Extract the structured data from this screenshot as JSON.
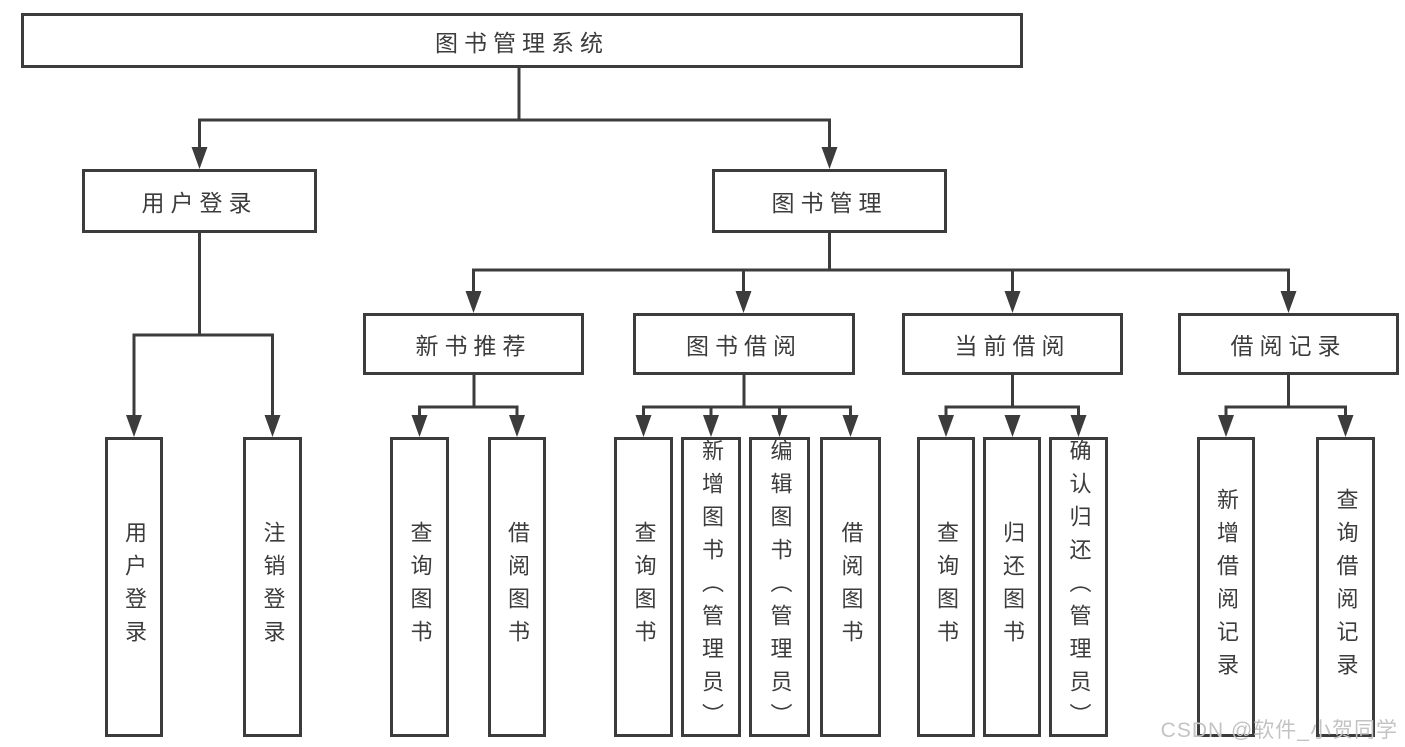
{
  "diagram_type": "functional-structure-tree",
  "tree": {
    "label": "图书管理系统",
    "children": [
      {
        "label": "用户登录",
        "children": [
          {
            "label": "用户登录"
          },
          {
            "label": "注销登录"
          }
        ]
      },
      {
        "label": "图书管理",
        "children": [
          {
            "label": "新书推荐",
            "children": [
              {
                "label": "查询图书"
              },
              {
                "label": "借阅图书"
              }
            ]
          },
          {
            "label": "图书借阅",
            "children": [
              {
                "label": "查询图书"
              },
              {
                "label": "新增图书（管理员）"
              },
              {
                "label": "编辑图书（管理员）"
              },
              {
                "label": "借阅图书"
              }
            ]
          },
          {
            "label": "当前借阅",
            "children": [
              {
                "label": "查询图书"
              },
              {
                "label": "归还图书"
              },
              {
                "label": "确认归还（管理员）"
              }
            ]
          },
          {
            "label": "借阅记录",
            "children": [
              {
                "label": "新增借阅记录"
              },
              {
                "label": "查询借阅记录"
              }
            ]
          }
        ]
      }
    ]
  },
  "watermark": {
    "text": "CSDN @软件_小贺同学"
  },
  "colors": {
    "line": "#3c3c3c",
    "box_border": "#3c3c3c",
    "text": "#3c3c3c",
    "background": "#ffffff",
    "watermark": "#c3c3c3"
  }
}
